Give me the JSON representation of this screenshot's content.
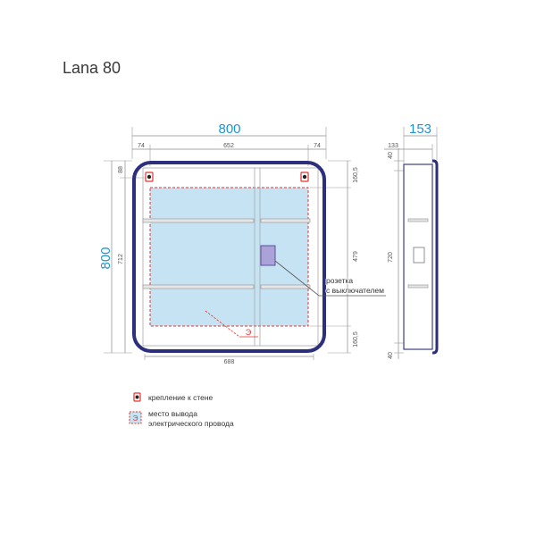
{
  "title": "Lana 80",
  "front_view": {
    "dimensions": {
      "total_width": "800",
      "left_margin": "74",
      "middle_width": "652",
      "right_margin": "74",
      "total_height": "800",
      "mount_offset_top": "88",
      "height_below_mount": "712",
      "zone_offset_top": "160,5",
      "zone_height": "479",
      "zone_offset_bottom": "160,5",
      "inner_width": "688"
    },
    "outlet_symbol": "Э",
    "socket_label": [
      "розетка",
      "с выключателем"
    ]
  },
  "side_view": {
    "dimensions": {
      "total_depth": "153",
      "body_depth": "133",
      "top_offset": "40",
      "body_height": "720",
      "bottom_offset": "40"
    }
  },
  "legend": {
    "mount_label": "крепление к стене",
    "outlet_symbol": "Э",
    "outlet_label": [
      "место вывода",
      "электрического провода"
    ]
  },
  "icons": {
    "mount_point": "mount-point-icon",
    "socket": "socket-icon",
    "outlet_zone": "outlet-zone-icon"
  },
  "colors": {
    "frame": "#2b2f7e",
    "dimension_highlight": "#1b95d3",
    "outlet_zone_fill": "#c6e3f3",
    "outlet_zone_border": "#e2342f",
    "socket_fill": "#aba3d7",
    "socket_border": "#5a529e",
    "mount_marker": "#e2342f"
  }
}
